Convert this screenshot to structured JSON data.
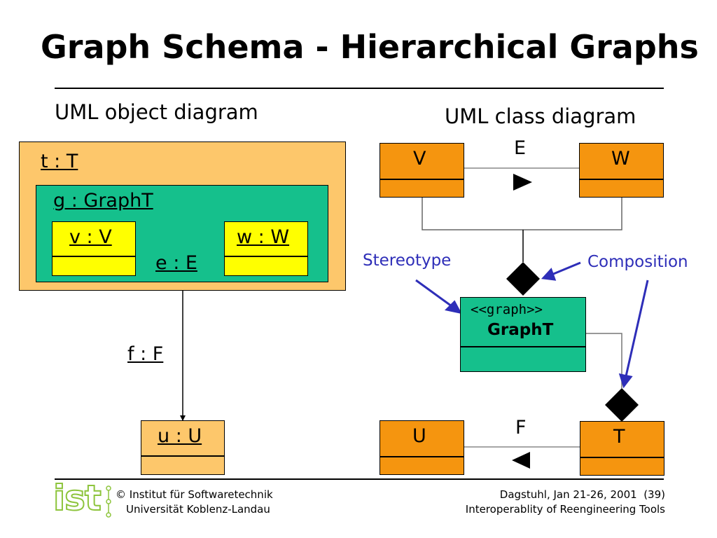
{
  "title": "Graph Schema - Hierarchical Graphs",
  "left_heading": "UML object diagram",
  "right_heading": "UML class diagram",
  "object_diagram": {
    "outer": "t : T",
    "graph": "g : GraphT",
    "v": "v : V",
    "w": "w : W",
    "edge": "e : E",
    "f": "f : F",
    "u": "u : U"
  },
  "class_diagram": {
    "V": "V",
    "W": "W",
    "E": "E",
    "stereotype_tag": "<<graph>>",
    "graphT": "GraphT",
    "U": "U",
    "T": "T",
    "F": "F"
  },
  "annotations": {
    "stereotype": "Stereotype",
    "composition": "Composition"
  },
  "footer": {
    "logo": "ist",
    "copyright_line1": "© Institut für Softwaretechnik",
    "copyright_line2": "Universität Koblenz-Landau",
    "right_line1": "Dagstuhl, Jan 21-26, 2001  (39)",
    "right_line2": "Interoperablity of Reengineering Tools"
  },
  "colors": {
    "object_outer": "#fdc76b",
    "graph_green": "#15c08c",
    "object_yellow": "#ffff00",
    "class_orange": "#f5950f",
    "annotation_blue": "#2e2eb8",
    "logo_green": "#8dc43c"
  }
}
